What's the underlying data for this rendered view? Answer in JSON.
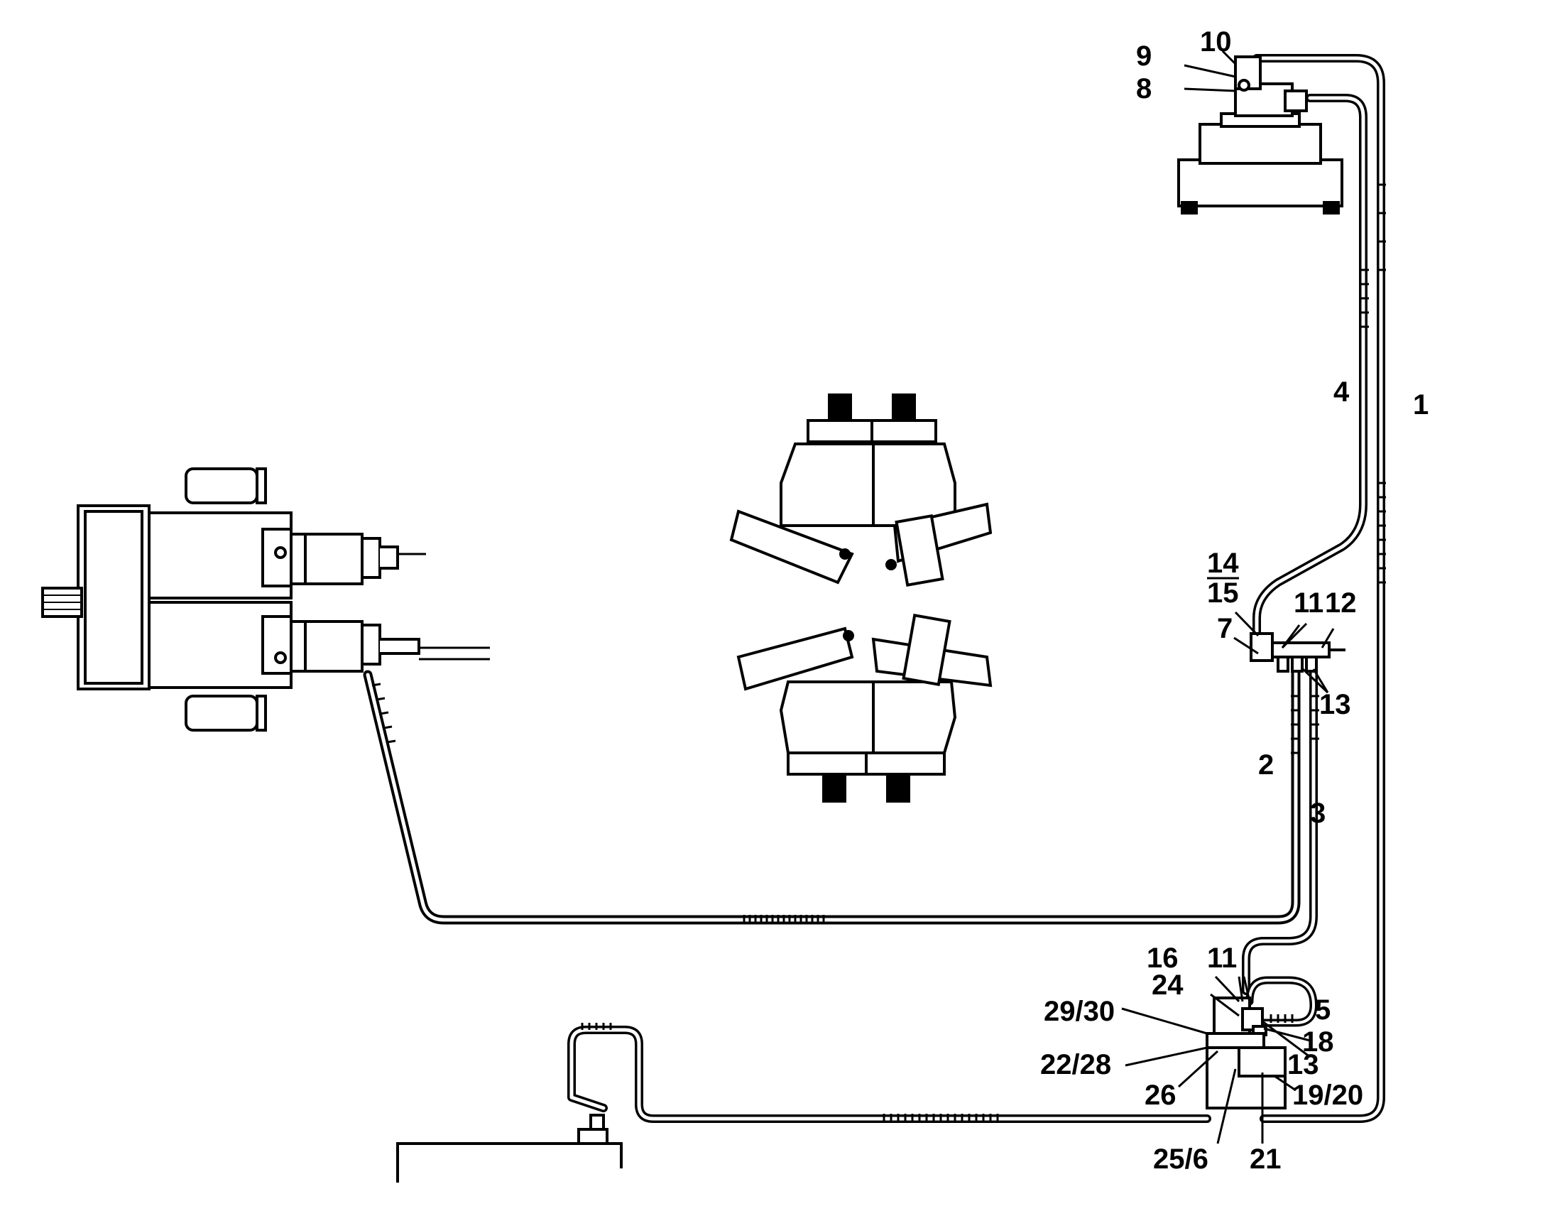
{
  "labels": {
    "l1": "1",
    "l2": "2",
    "l3": "3",
    "l4": "4",
    "l5": "5",
    "l7": "7",
    "l8": "8",
    "l9": "9",
    "l10": "10",
    "l11a": "11",
    "l11b": "11",
    "l12": "12",
    "l13a": "13",
    "l13b": "13",
    "l14": "14",
    "l15": "15",
    "l16": "16",
    "l18": "18",
    "l19_20": "19/20",
    "l21": "21",
    "l22_28": "22/28",
    "l24": "24",
    "l25_6": "25/6",
    "l26": "26",
    "l29_30": "29/30"
  },
  "colors": {
    "ink": "#000000",
    "paper": "#ffffff"
  }
}
